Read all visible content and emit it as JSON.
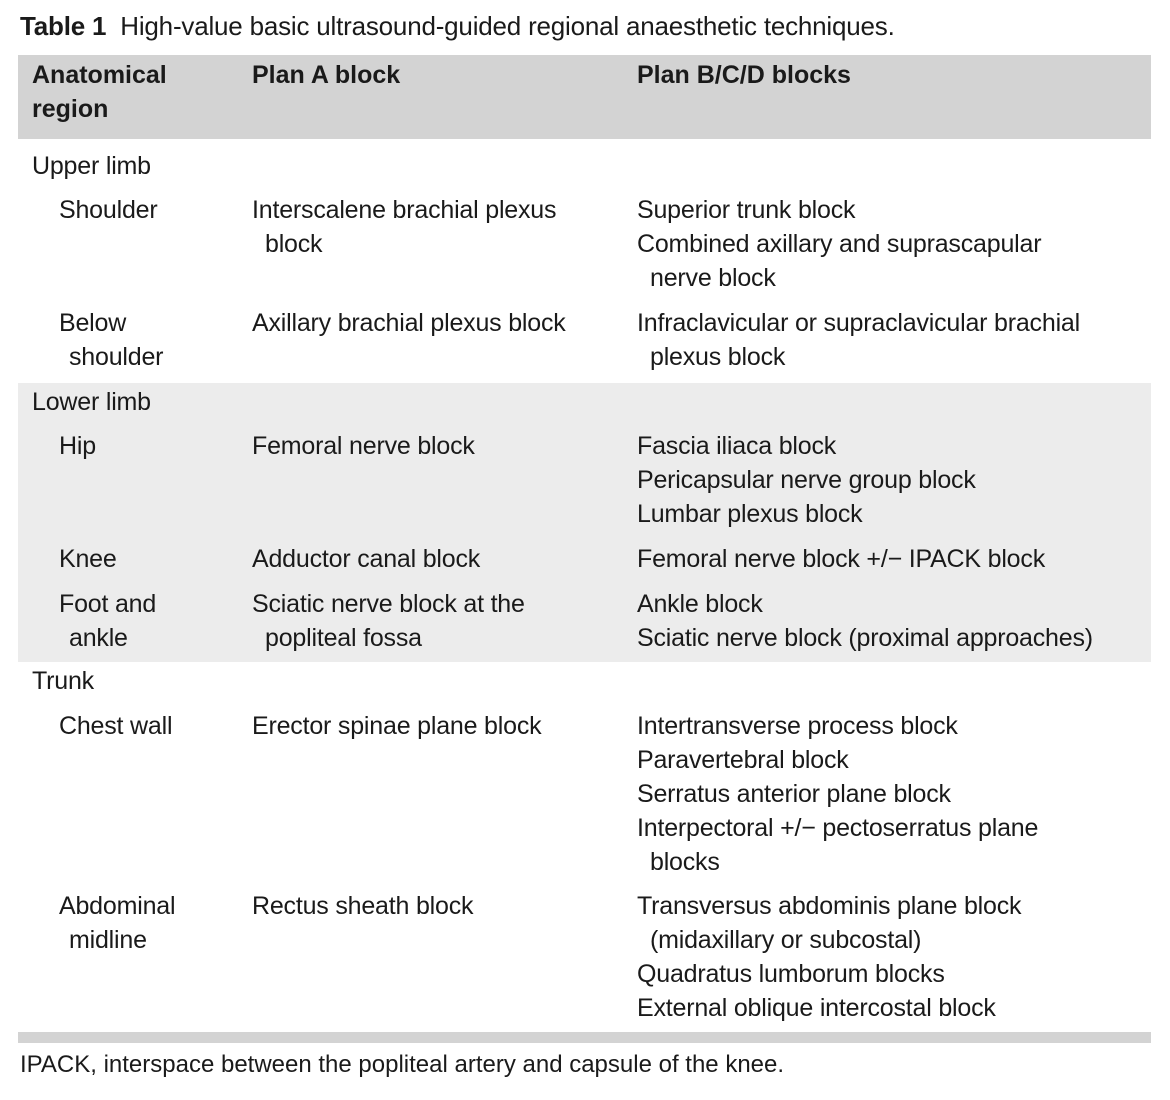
{
  "caption": {
    "label": "Table 1",
    "title": "High-value basic ultrasound-guided regional anaesthetic techniques."
  },
  "headers": {
    "region": [
      "Anatomical",
      "region"
    ],
    "plan_a": "Plan A block",
    "plan_bcd": "Plan B/C/D blocks"
  },
  "sections": [
    {
      "name": "Upper limb",
      "rows": [
        {
          "region": [
            "Shoulder"
          ],
          "plan_a": [
            "Interscalene brachial plexus",
            "block"
          ],
          "plan_bcd": [
            "Superior trunk block",
            "Combined axillary and suprascapular",
            "nerve block"
          ]
        },
        {
          "region": [
            "Below",
            "shoulder"
          ],
          "plan_a": [
            "Axillary brachial plexus block"
          ],
          "plan_bcd": [
            "Infraclavicular or supraclavicular brachial",
            "plexus block"
          ]
        }
      ]
    },
    {
      "name": "Lower limb",
      "rows": [
        {
          "region": [
            "Hip"
          ],
          "plan_a": [
            "Femoral nerve block"
          ],
          "plan_bcd": [
            "Fascia iliaca block",
            "Pericapsular nerve group block",
            "Lumbar plexus block"
          ]
        },
        {
          "region": [
            "Knee"
          ],
          "plan_a": [
            "Adductor canal block"
          ],
          "plan_bcd": [
            "Femoral nerve block +/− IPACK block"
          ]
        },
        {
          "region": [
            "Foot and",
            "ankle"
          ],
          "plan_a": [
            "Sciatic nerve block at the",
            "popliteal fossa"
          ],
          "plan_bcd": [
            "Ankle block",
            "Sciatic nerve block (proximal approaches)"
          ]
        }
      ]
    },
    {
      "name": "Trunk",
      "rows": [
        {
          "region": [
            "Chest wall"
          ],
          "plan_a": [
            "Erector spinae plane block"
          ],
          "plan_bcd": [
            "Intertransverse process block",
            "Paravertebral block",
            "Serratus anterior plane block",
            "Interpectoral +/− pectoserratus plane",
            "blocks"
          ]
        },
        {
          "region": [
            "Abdominal",
            "midline"
          ],
          "plan_a": [
            "Rectus sheath block"
          ],
          "plan_bcd": [
            "Transversus abdominis plane block",
            "(midaxillary or subcostal)",
            "Quadratus lumborum blocks",
            "External oblique intercostal block"
          ]
        }
      ]
    }
  ],
  "footnote": "IPACK, interspace between the popliteal artery and capsule of the knee."
}
